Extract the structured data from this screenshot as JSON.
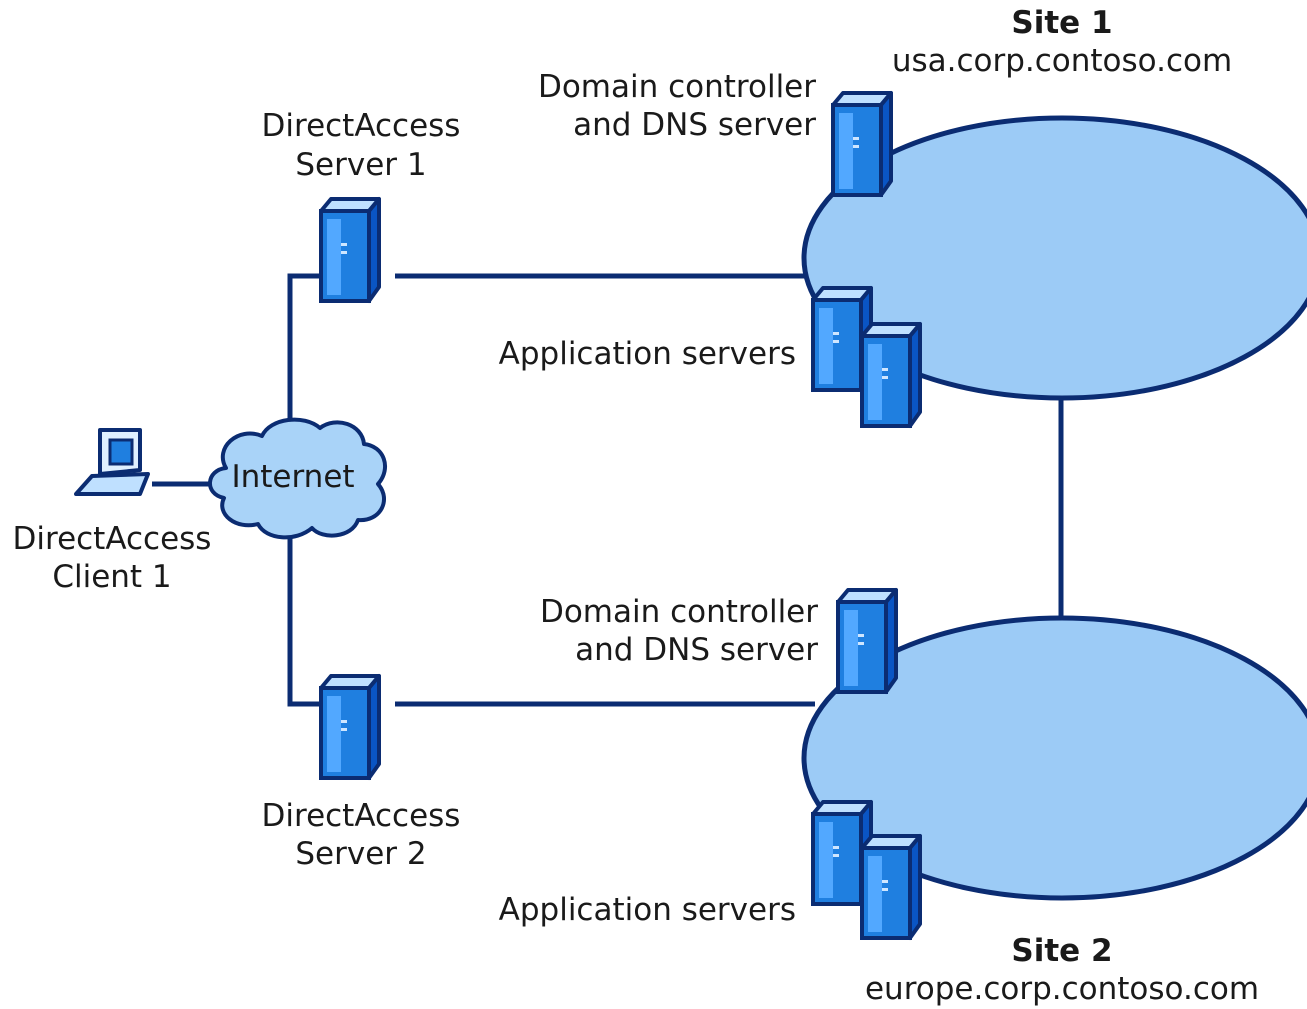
{
  "site1": {
    "name": "Site 1",
    "domain": "usa.corp.contoso.com"
  },
  "site2": {
    "name": "Site 2",
    "domain": "europe.corp.contoso.com"
  },
  "site1_dc": {
    "line1": "Domain controller",
    "line2": "and DNS server"
  },
  "site2_dc": {
    "line1": "Domain controller",
    "line2": "and DNS server"
  },
  "site1_app": {
    "label": "Application servers"
  },
  "site2_app": {
    "label": "Application servers"
  },
  "server1": {
    "line1": "DirectAccess",
    "line2": "Server 1"
  },
  "server2": {
    "line1": "DirectAccess",
    "line2": "Server 2"
  },
  "client": {
    "line1": "DirectAccess",
    "line2": "Client 1"
  },
  "internet": {
    "label": "Internet"
  },
  "colors": {
    "line": "#0b2c72",
    "site_fill": "#9ccbf6",
    "server_front": "#1f7fe0",
    "server_side": "#0a55c4",
    "server_top": "#bfe0ff",
    "cloud_fill": "#a9d3f8"
  }
}
